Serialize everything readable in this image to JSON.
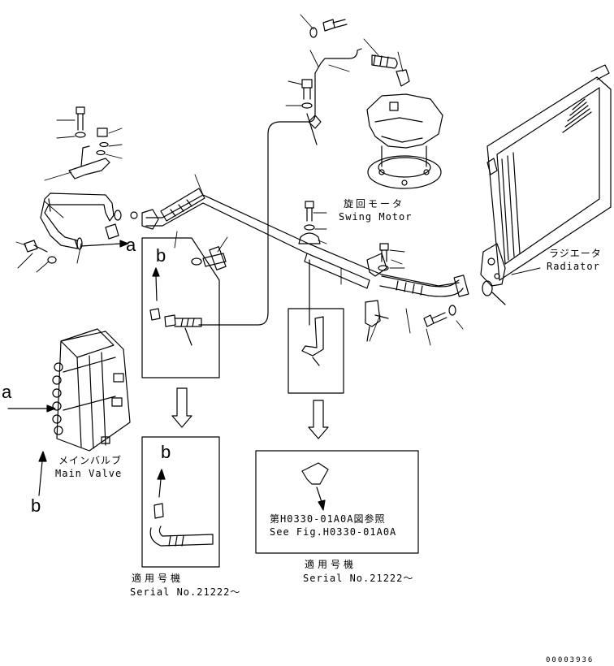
{
  "labels": {
    "swing_motor_jp": "旋回モータ",
    "swing_motor_en": "Swing Motor",
    "radiator_jp": "ラジエータ",
    "radiator_en": "Radiator",
    "main_valve_jp": "メインバルブ",
    "main_valve_en": "Main Valve",
    "see_fig_jp": "第H0330-01A0A図参照",
    "see_fig_en": "See Fig.H0330-01A0A",
    "serial_jp_1": "適用号機",
    "serial_en_1": "Serial No.21222～",
    "serial_jp_2": "適用号機",
    "serial_en_2": "Serial No.21222～",
    "ref_a_top": "a",
    "ref_a_left": "a",
    "ref_b_inset": "b",
    "ref_b_left": "b",
    "ref_b_lower": "b",
    "drawing_number": "00003936"
  },
  "colors": {
    "line": "#000000",
    "background": "#ffffff"
  }
}
